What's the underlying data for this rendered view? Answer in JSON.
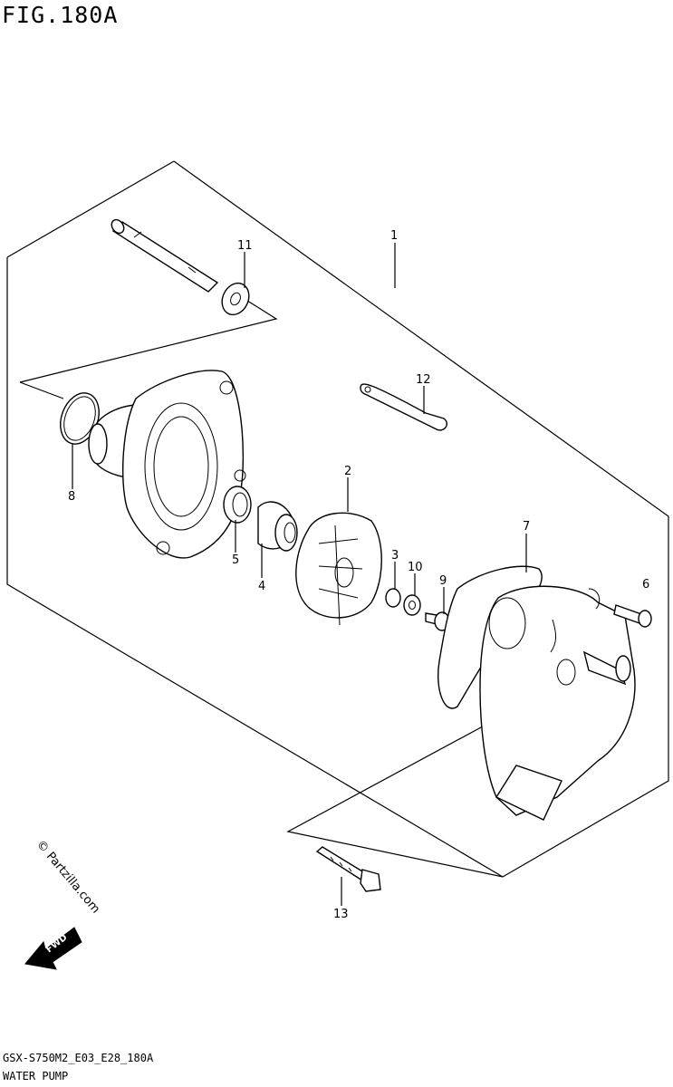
{
  "header": {
    "title": "FIG.180A"
  },
  "footer": {
    "code": "GSX-S750M2_E03_E28_180A",
    "name": "WATER PUMP"
  },
  "watermark": "© Partzilla.com",
  "fwd_label": "FWD",
  "callouts": {
    "c1": "1",
    "c2": "2",
    "c3": "3",
    "c4": "4",
    "c5": "5",
    "c6": "6",
    "c7": "7",
    "c8": "8",
    "c9": "9",
    "c10": "10",
    "c11": "11",
    "c12": "12",
    "c13": "13"
  }
}
